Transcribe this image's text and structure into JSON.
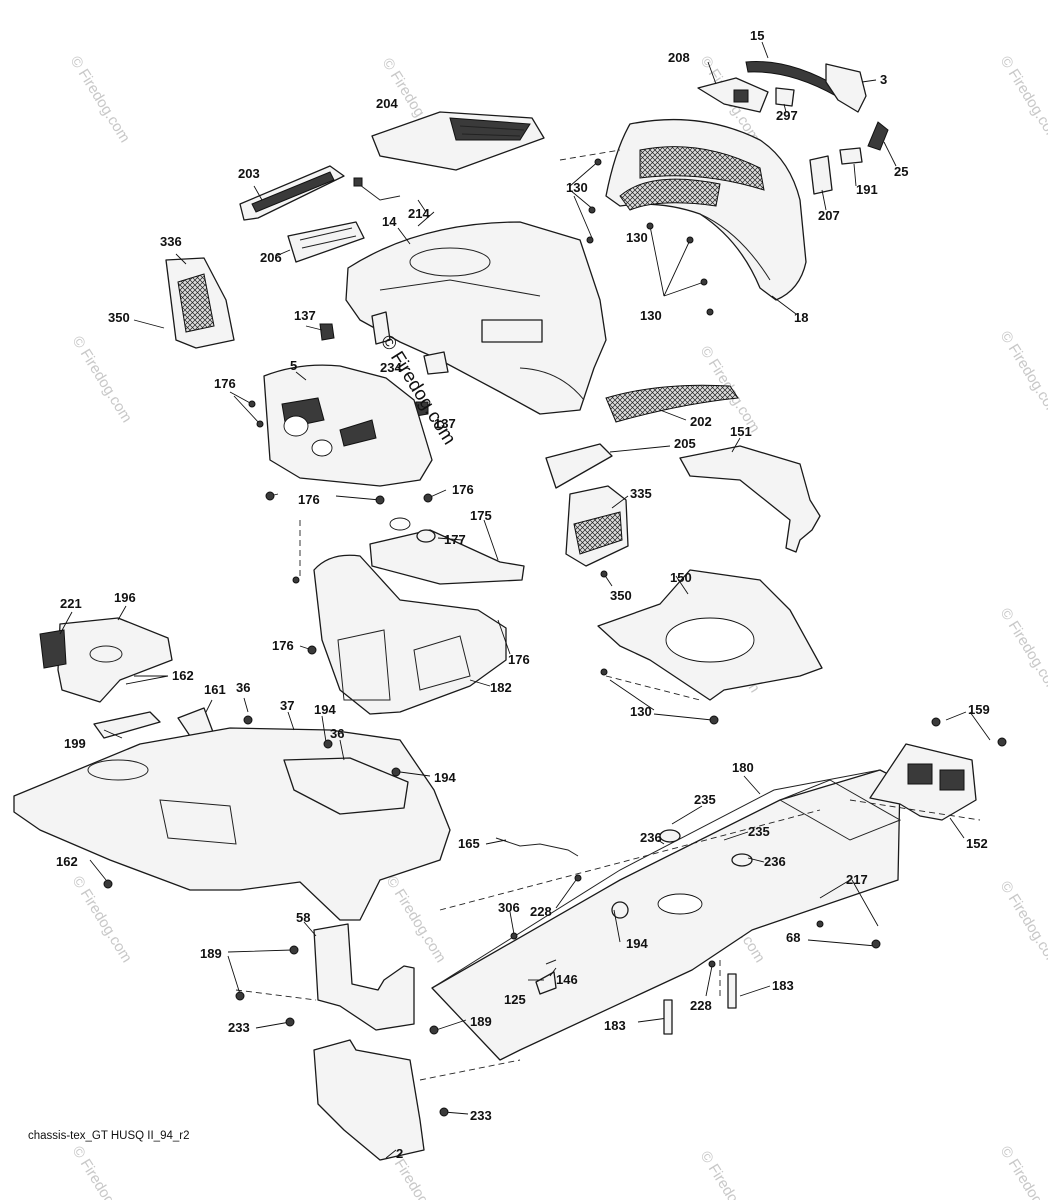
{
  "caption": "chassis-tex_GT HUSQ II_94_r2",
  "watermark": {
    "text": "© Firedog.com",
    "center_text": "© Firedog.com"
  },
  "callouts": [
    "15",
    "208",
    "3",
    "297",
    "204",
    "25",
    "191",
    "207",
    "130",
    "203",
    "214",
    "14",
    "130",
    "130",
    "18",
    "336",
    "206",
    "350",
    "137",
    "234",
    "5",
    "176",
    "137",
    "202",
    "151",
    "205",
    "176",
    "176",
    "175",
    "177",
    "335",
    "350",
    "150",
    "221",
    "196",
    "162",
    "176",
    "176",
    "182",
    "161",
    "36",
    "37",
    "194",
    "36",
    "130",
    "159",
    "199",
    "194",
    "180",
    "235",
    "152",
    "236",
    "235",
    "236",
    "165",
    "162",
    "217",
    "306",
    "228",
    "58",
    "189",
    "146",
    "194",
    "68",
    "125",
    "183",
    "228",
    "189",
    "183",
    "233",
    "233",
    "2"
  ]
}
